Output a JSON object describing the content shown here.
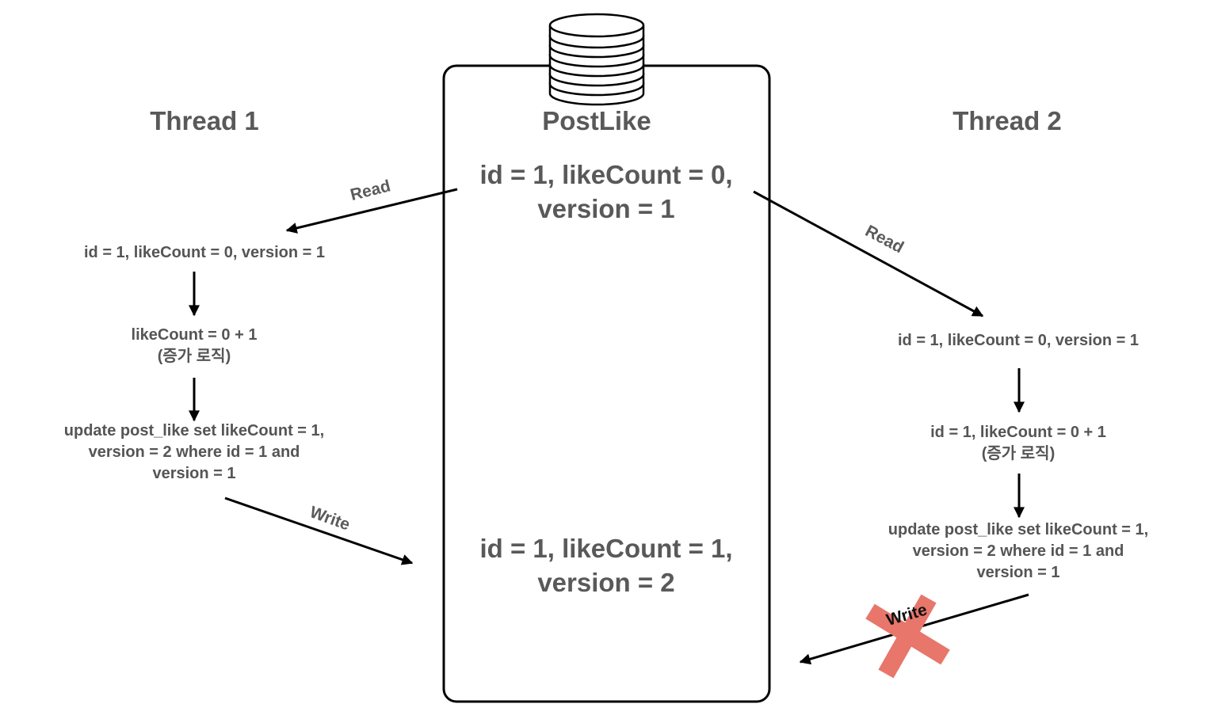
{
  "headings": {
    "thread1": "Thread 1",
    "postlike": "PostLike",
    "thread2": "Thread 2"
  },
  "db": {
    "initial_line1": "id = 1, likeCount = 0,",
    "initial_line2": "version = 1",
    "final_line1": "id = 1, likeCount = 1,",
    "final_line2": "version = 2"
  },
  "thread1": {
    "read_label": "Read",
    "step1": "id = 1, likeCount = 0, version = 1",
    "step2_line1": "likeCount = 0 + 1",
    "step2_line2": "(증가 로직)",
    "step3_line1": "update post_like set likeCount = 1,",
    "step3_line2": "version = 2 where id = 1 and",
    "step3_line3": "version = 1",
    "write_label": "Write"
  },
  "thread2": {
    "read_label": "Read",
    "step1": "id = 1, likeCount = 0, version = 1",
    "step2_line1": "id = 1, likeCount = 0 + 1",
    "step2_line2": "(증가 로직)",
    "step3_line1": "update post_like set likeCount = 1,",
    "step3_line2": "version = 2 where id = 1 and",
    "step3_line3": "version = 1",
    "write_label": "Write"
  },
  "colors": {
    "text": "#595959",
    "line": "#000000",
    "reject_cross": "#e8766b"
  }
}
